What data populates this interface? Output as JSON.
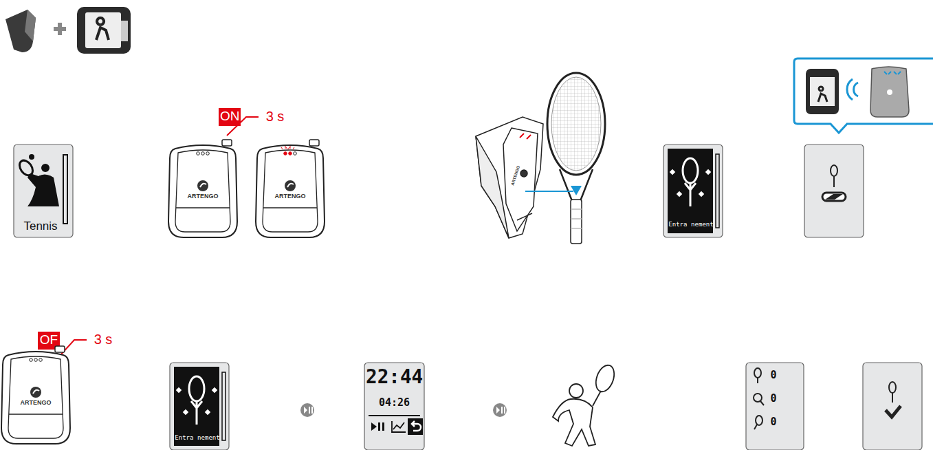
{
  "diagram": {
    "nodes": [
      {
        "text": [
          "Tennis"
        ]
      },
      {
        "text": [
          "ARTENGO"
        ]
      },
      {
        "text": [
          "ARTENGO"
        ]
      },
      {
        "text": [
          "Entra nement"
        ]
      },
      {
        "text": [
          "ARTENGO"
        ]
      },
      {
        "text": [
          "Entra nement"
        ]
      },
      {
        "text": [
          "22:44",
          "04:26"
        ]
      },
      {
        "text": [
          "0",
          "0",
          "0"
        ]
      }
    ],
    "labels": [
      "ON",
      "3 s",
      "ARTENGO",
      "OF",
      "3 s"
    ]
  }
}
